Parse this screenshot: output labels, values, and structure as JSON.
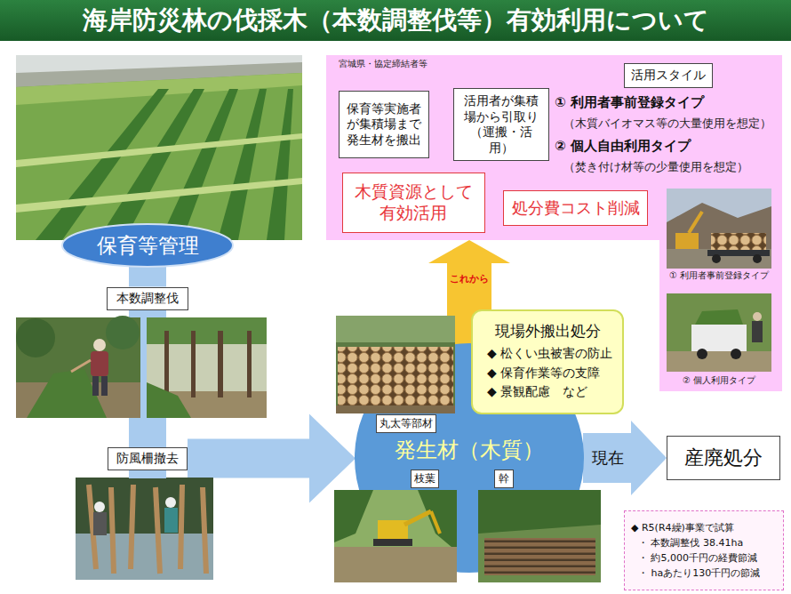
{
  "diagram": {
    "title": "海岸防災林の伐採木（本数調整伐等）有効利用について",
    "nodes": [
      {
        "text": [
          "宮城県・協定締結者等"
        ]
      },
      {
        "text": [
          "保育等実施者が集積場まで発生材を搬出"
        ],
        "in": 0
      },
      {
        "text": [
          "活用者が集積場から引取り（運搬・活用）"
        ],
        "in": 0
      },
      {
        "text": [
          "活用スタイル"
        ],
        "in": 0
      },
      {
        "text": [
          "木質資源として有効活用"
        ],
        "in": 0
      },
      {
        "text": [
          "処分費コスト削減"
        ],
        "in": 0
      },
      {
        "text": [
          "保育等管理"
        ]
      },
      {
        "text": [
          "本数調整伐"
        ]
      },
      {
        "text": [
          "防風柵撤去"
        ]
      },
      {
        "text": [
          "現場外搬出処分",
          "◆ 松くい虫被害の防止",
          "◆ 保育作業等の支障",
          "◆ 景観配慮　など"
        ]
      },
      {
        "text": [
          "発生材（木質）"
        ]
      },
      {
        "text": [
          "丸太等部材"
        ],
        "in": 10
      },
      {
        "text": [
          "枝葉"
        ],
        "in": 10
      },
      {
        "text": [
          "幹"
        ],
        "in": 10
      },
      {
        "text": [
          "産廃処分"
        ]
      },
      {
        "text": [
          "◆ R5(R4繰)事業で試算",
          "・ 本数調整伐 38.41ha",
          "・ 約5,000千円の経費節減",
          "・ haあたり130千円の節減"
        ]
      }
    ],
    "edges": [
      {
        "from": 1,
        "to": 2,
        "arrow": "to"
      },
      {
        "from": 10,
        "to": 0,
        "label": "これから",
        "arrow": "to"
      },
      {
        "from": 6,
        "to": 7,
        "arrow": "none"
      },
      {
        "from": 7,
        "to": 8,
        "arrow": "none"
      },
      {
        "from": 8,
        "to": 10,
        "arrow": "to"
      },
      {
        "from": 10,
        "to": 14,
        "label": "現在",
        "arrow": "to"
      }
    ],
    "labels": [
      "① 利用者事前登録タイプ",
      "（木質バイオマス等の大量使用を想定）",
      "② 個人自由利用タイプ",
      "（焚き付け材等の少量使用を想定）",
      "① 利用者事前登録タイプ",
      "② 個人利用タイプ"
    ]
  }
}
